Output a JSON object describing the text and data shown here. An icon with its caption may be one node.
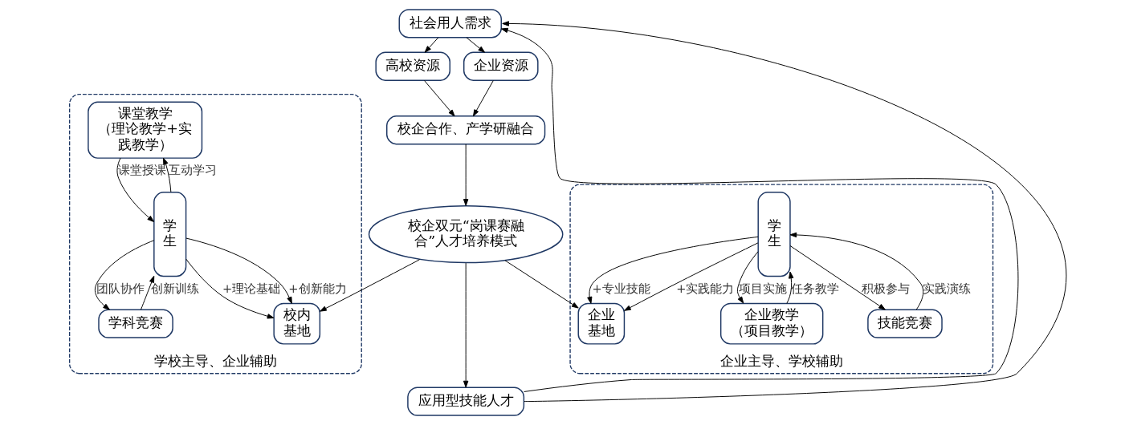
{
  "diagram": {
    "nodes": [
      {
        "text": [
          "社会用人需求"
        ]
      },
      {
        "text": [
          "高校资源"
        ]
      },
      {
        "text": [
          "企业资源"
        ]
      },
      {
        "text": [
          "校企合作、产学研融合"
        ]
      },
      {
        "text": [
          "学校主导、企业辅助"
        ]
      },
      {
        "text": [
          "课堂教学（理论教学+实践教学）"
        ],
        "in": 4
      },
      {
        "text": [
          "学科竞赛"
        ],
        "in": 4
      },
      {
        "text": [
          "学生"
        ],
        "in": 4
      },
      {
        "text": [
          "校内基地"
        ],
        "in": 4
      },
      {
        "text": [
          "校企双元“岗课赛融合”人才培养模式"
        ]
      },
      {
        "text": [
          "企业主导、学校辅助"
        ]
      },
      {
        "text": [
          "企业基地"
        ],
        "in": 10
      },
      {
        "text": [
          "学生"
        ],
        "in": 10
      },
      {
        "text": [
          "企业教学（项目教学）"
        ],
        "in": 10
      },
      {
        "text": [
          "技能竞赛"
        ],
        "in": 10
      },
      {
        "text": [
          "应用型技能人才"
        ]
      }
    ],
    "edges": [
      {
        "from": 0,
        "to": 1,
        "arrow": "to"
      },
      {
        "from": 0,
        "to": 2,
        "arrow": "to"
      },
      {
        "from": 1,
        "to": 3,
        "arrow": "to"
      },
      {
        "from": 2,
        "to": 3,
        "arrow": "to"
      },
      {
        "from": 3,
        "to": 9,
        "arrow": "to"
      },
      {
        "from": 9,
        "to": 8,
        "arrow": "to"
      },
      {
        "from": 9,
        "to": 15,
        "arrow": "to"
      },
      {
        "from": 9,
        "to": 11,
        "arrow": "to"
      },
      {
        "from": 5,
        "to": 7,
        "arrow": "to",
        "label": "课堂授课"
      },
      {
        "from": 7,
        "to": 5,
        "arrow": "to",
        "label": "互动学习"
      },
      {
        "from": 6,
        "to": 7,
        "arrow": "to",
        "label": "创新训练"
      },
      {
        "from": 7,
        "to": 6,
        "arrow": "to",
        "label": "团队协作"
      },
      {
        "from": 7,
        "to": 8,
        "arrow": "to",
        "label": "+理论基础"
      },
      {
        "from": 7,
        "to": 8,
        "arrow": "to",
        "label": "+创新能力"
      },
      {
        "from": 13,
        "to": 12,
        "arrow": "to",
        "label": "任务教学"
      },
      {
        "from": 12,
        "to": 13,
        "arrow": "to",
        "label": "项目实施"
      },
      {
        "from": 14,
        "to": 12,
        "arrow": "to",
        "label": "实践演练"
      },
      {
        "from": 12,
        "to": 14,
        "arrow": "to",
        "label": "积极参与"
      },
      {
        "from": 12,
        "to": 11,
        "arrow": "to",
        "label": "+专业技能"
      },
      {
        "from": 12,
        "to": 11,
        "arrow": "to",
        "label": "+实践能力"
      },
      {
        "from": 15,
        "to": 0,
        "arrow": "to"
      },
      {
        "from": 15,
        "to": 0,
        "arrow": "to"
      }
    ]
  }
}
